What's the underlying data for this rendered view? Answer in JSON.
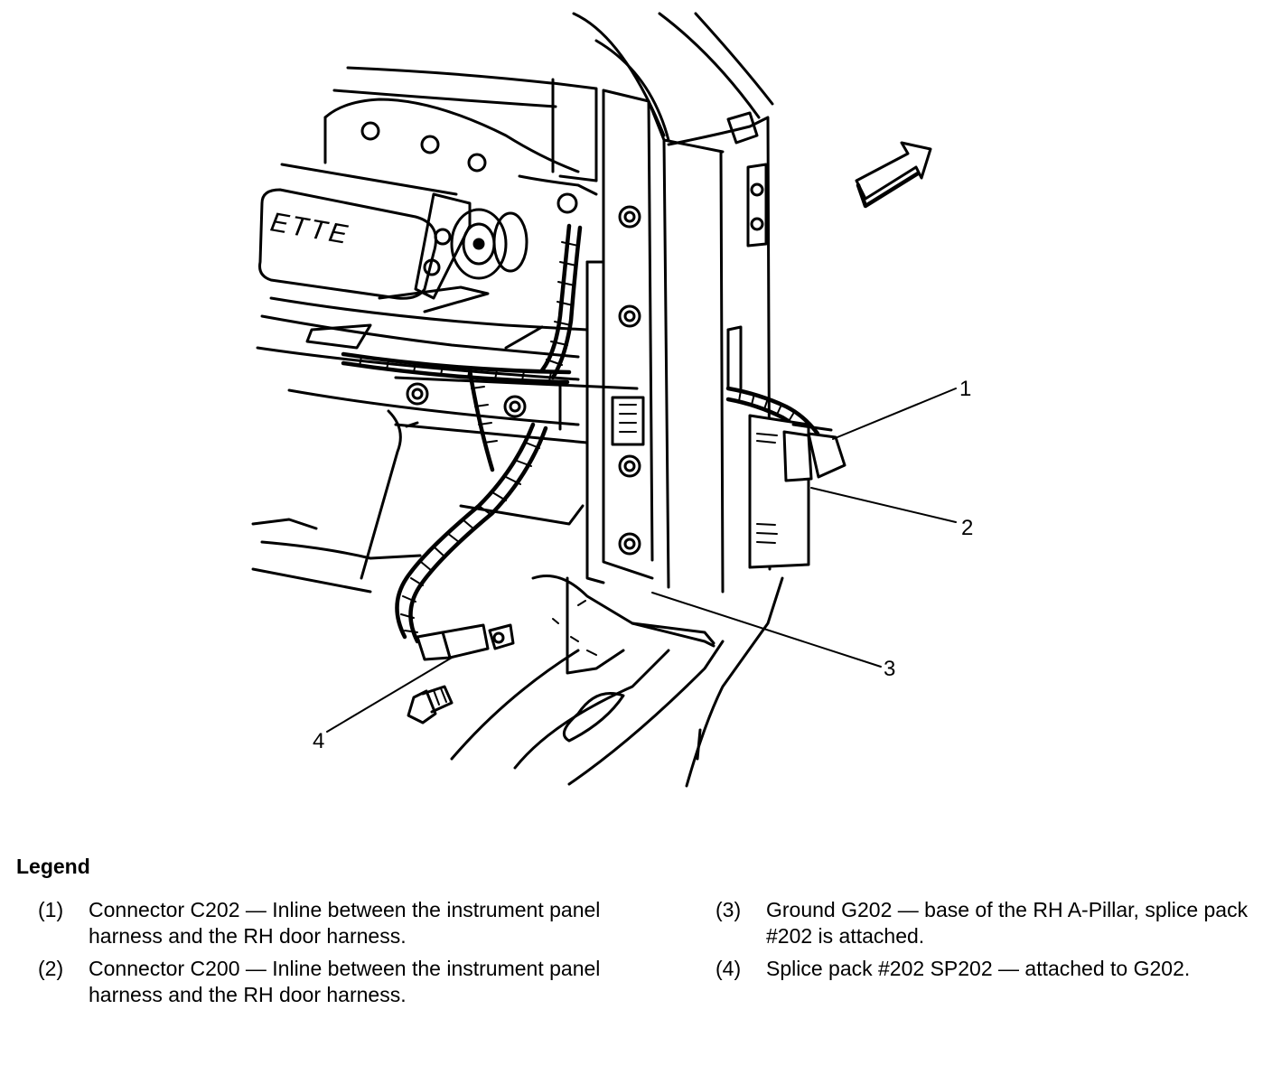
{
  "figure": {
    "emblem_text": "ETTE",
    "callouts": [
      "1",
      "2",
      "3",
      "4"
    ]
  },
  "legend": {
    "title": "Legend",
    "items": [
      {
        "num": "(1)",
        "text": "Connector C202 — Inline between the instrument panel harness and the RH door harness."
      },
      {
        "num": "(2)",
        "text": "Connector C200 — Inline between the instrument panel harness and the RH door harness."
      },
      {
        "num": "(3)",
        "text": "Ground G202 — base of the RH A-Pillar, splice pack #202 is attached."
      },
      {
        "num": "(4)",
        "text": "Splice pack #202 SP202 — attached to G202."
      }
    ]
  }
}
